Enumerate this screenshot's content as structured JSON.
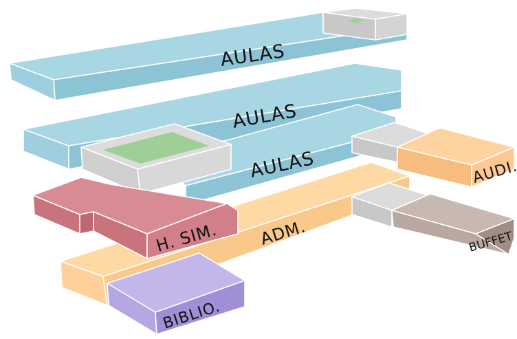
{
  "diagram": {
    "labels": {
      "aulas_top": "AULAS",
      "aulas_mid": "AULAS",
      "aulas_low": "AULAS",
      "adm": "ADM.",
      "h_sim": "H. SIM.",
      "audi": "AUDI.",
      "buffet": "BUFFET",
      "biblio": "BIBLIO."
    },
    "colors": {
      "aulas_top": "#a9d6e3",
      "aulas_side": "#8cc3d5",
      "courtyard": "#dcdcdc",
      "courtyard_side": "#c8c8c8",
      "courtyard_grass": "#9fcf96",
      "adm_top": "#ffd9a3",
      "adm_side": "#f8c98a",
      "hsim_top": "#d98b93",
      "hsim_side": "#c9737d",
      "audi_top": "#ffd3a0",
      "audi_side": "#f6bd7e",
      "buffet_top": "#b8a89f",
      "buffet_side": "#a08e84",
      "biblio_top": "#b6a7e2",
      "biblio_side": "#a08fd6"
    }
  }
}
